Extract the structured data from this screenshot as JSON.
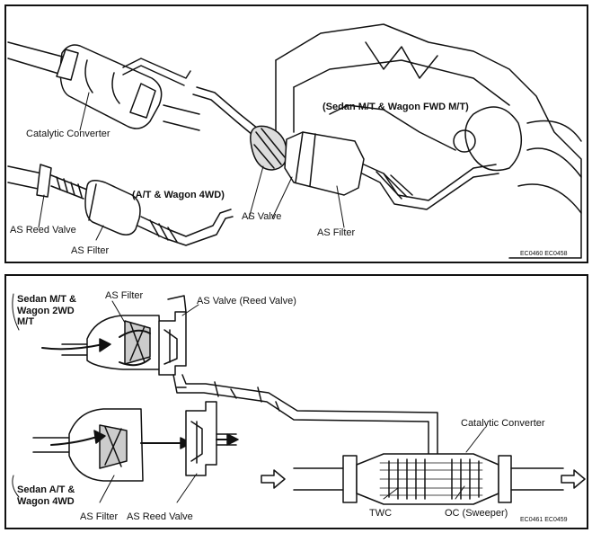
{
  "top": {
    "labels": {
      "catalytic_converter": "Catalytic Converter",
      "sedan_mt_wagon_fwd_mt": "(Sedan M/T & Wagon FWD M/T)",
      "at_wagon_4wd": "(A/T & Wagon 4WD)",
      "as_reed_valve": "AS Reed Valve",
      "as_valve": "AS Valve",
      "as_filter_left": "AS Filter",
      "as_filter_right": "AS Filter"
    },
    "code": "EC0460 EC0458"
  },
  "bottom": {
    "labels": {
      "sedan_mt_wagon_2wd_mt": "Sedan M/T &\nWagon 2WD\nM/T",
      "as_filter_top": "AS Filter",
      "as_valve_reed": "AS Valve (Reed Valve)",
      "catalytic_converter": "Catalytic Converter",
      "sedan_at_wagon_4wd": "Sedan A/T &\nWagon 4WD",
      "as_filter_bottom": "AS Filter",
      "as_reed_valve": "AS Reed Valve",
      "twc": "TWC",
      "oc_sweeper": "OC (Sweeper)"
    },
    "code": "EC0461 EC0459"
  }
}
